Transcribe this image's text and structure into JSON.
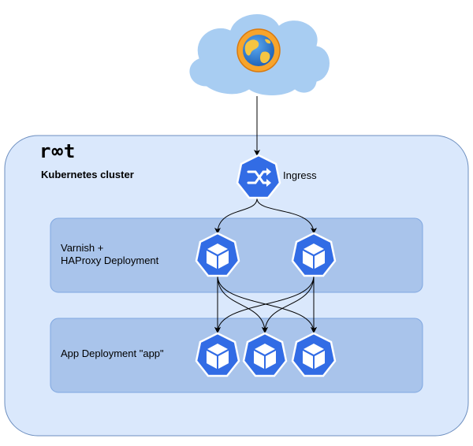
{
  "cluster": {
    "logo_text": "r∞t",
    "title": "Kubernetes cluster"
  },
  "ingress": {
    "label": "Ingress"
  },
  "groups": [
    {
      "label_line1": "Varnish +",
      "label_line2": "HAProxy Deployment"
    },
    {
      "label": "App Deployment \"app\""
    }
  ],
  "icons": {
    "internet": "globe-icon",
    "ingress": "shuffle-icon",
    "pod": "cube-icon"
  },
  "colors": {
    "cloud": "#a8cdf2",
    "cluster_fill": "#dae8fc",
    "group_fill": "#a9c4eb",
    "k8s_blue": "#326ce5",
    "arrow": "#000000"
  }
}
